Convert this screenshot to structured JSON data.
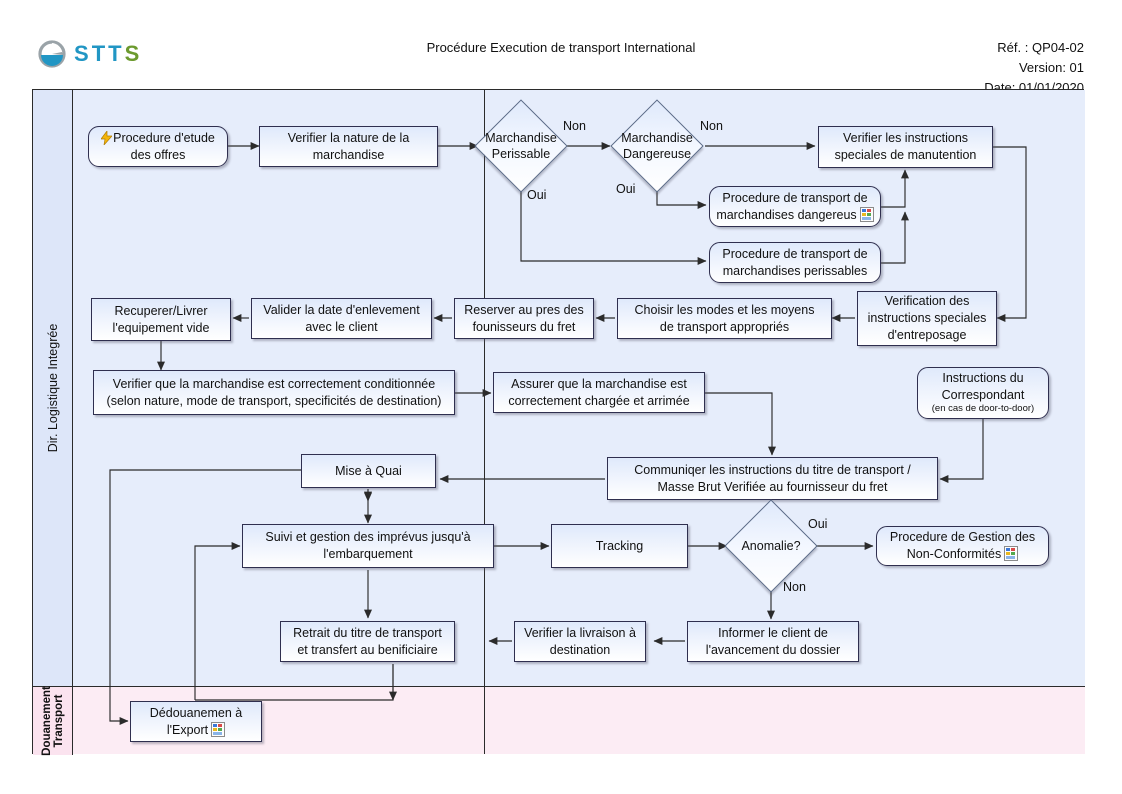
{
  "header": {
    "logo_text": [
      "S",
      "T",
      "T",
      "S"
    ],
    "logo_name": "stts-logo",
    "title": "Procédure Execution de transport International",
    "ref": "Réf. : QP04-02",
    "version": "Version: 01",
    "date": "Date: 01/01/2020"
  },
  "lanes": [
    {
      "label": "Dir. Logistique Integrée",
      "color": "#e6edfb"
    },
    {
      "label_line1": "Douanement",
      "label_line2": "Transport",
      "color": "#fcecf4"
    }
  ],
  "nodes": {
    "n1": {
      "label": "Procedure d'etude\ndes offres",
      "icon": "bolt-icon",
      "shape": "rounded"
    },
    "n2": {
      "label": "Verifier la nature de la\nmarchandise",
      "shape": "rect"
    },
    "d1": {
      "label": "Marchandise\nPerissable",
      "shape": "diamond"
    },
    "d2": {
      "label": "Marchandise\nDangereuse",
      "shape": "diamond"
    },
    "n3": {
      "label": "Verifier les instructions\nspeciales de manutention",
      "shape": "rect"
    },
    "n4": {
      "label": "Procedure de transport de\nmarchandises dangereus",
      "icon": "document-icon",
      "shape": "rounded"
    },
    "n5": {
      "label": "Procedure de transport de\nmarchandises perissables",
      "shape": "rounded"
    },
    "n6": {
      "label": "Verification des\ninstructions speciales\nd'entreposage",
      "shape": "rect"
    },
    "n7": {
      "label": "Choisir les modes et les moyens\nde transport appropriés",
      "shape": "rect"
    },
    "n8": {
      "label": "Reserver au pres des\nfounisseurs du fret",
      "shape": "rect"
    },
    "n9": {
      "label": "Valider la date d'enlevement\navec le client",
      "shape": "rect"
    },
    "n10": {
      "label": "Recuperer/Livrer\nl'equipement vide",
      "shape": "rect"
    },
    "n11": {
      "label": "Verifier que la marchandise est correctement conditionnée",
      "sub": "(selon nature, mode de transport, specificités de destination)",
      "shape": "rect"
    },
    "n12": {
      "label": "Assurer que la marchandise est\ncorrectement chargée et arrimée",
      "shape": "rect"
    },
    "n13": {
      "label": "Instructions du\nCorrespondant",
      "sub": "(en cas de door-to-door)",
      "shape": "rounded"
    },
    "n14": {
      "label": "Communiqer les instructions du titre de transport /\nMasse Brut Verifiée au fournisseur du fret",
      "shape": "rect"
    },
    "n15": {
      "label": "Mise à Quai",
      "shape": "rect"
    },
    "n16": {
      "label": "Suivi et gestion des imprévus jusqu'à\nl'embarquement",
      "shape": "rect"
    },
    "n17": {
      "label": "Tracking",
      "shape": "rect"
    },
    "d3": {
      "label": "Anomalie?",
      "shape": "diamond"
    },
    "n18": {
      "label": "Procedure de Gestion des\nNon-Conformités",
      "icon": "document-icon",
      "shape": "rounded"
    },
    "n19": {
      "label": "Informer le client de\nl'avancement du dossier",
      "shape": "rect"
    },
    "n20": {
      "label": "Verifier la livraison à\ndestination",
      "shape": "rect"
    },
    "n21": {
      "label": "Retrait du titre de transport\net transfert au benificiaire",
      "shape": "rect"
    },
    "n22": {
      "label": "Dédouanemen à\nl'Export",
      "icon": "document-icon",
      "shape": "rect"
    }
  },
  "edge_labels": {
    "e1": "Non",
    "e2": "Oui",
    "e3": "Non",
    "e4": "Oui",
    "e5": "Oui",
    "e6": "Non"
  },
  "colors": {
    "lane_top": "#e6edfb",
    "lane_bottom": "#fcecf4",
    "node_border": "#2f2f4f",
    "edge": "#2b2b2b",
    "logo_blue": "#2196c4",
    "logo_green": "#6c9a2e"
  }
}
